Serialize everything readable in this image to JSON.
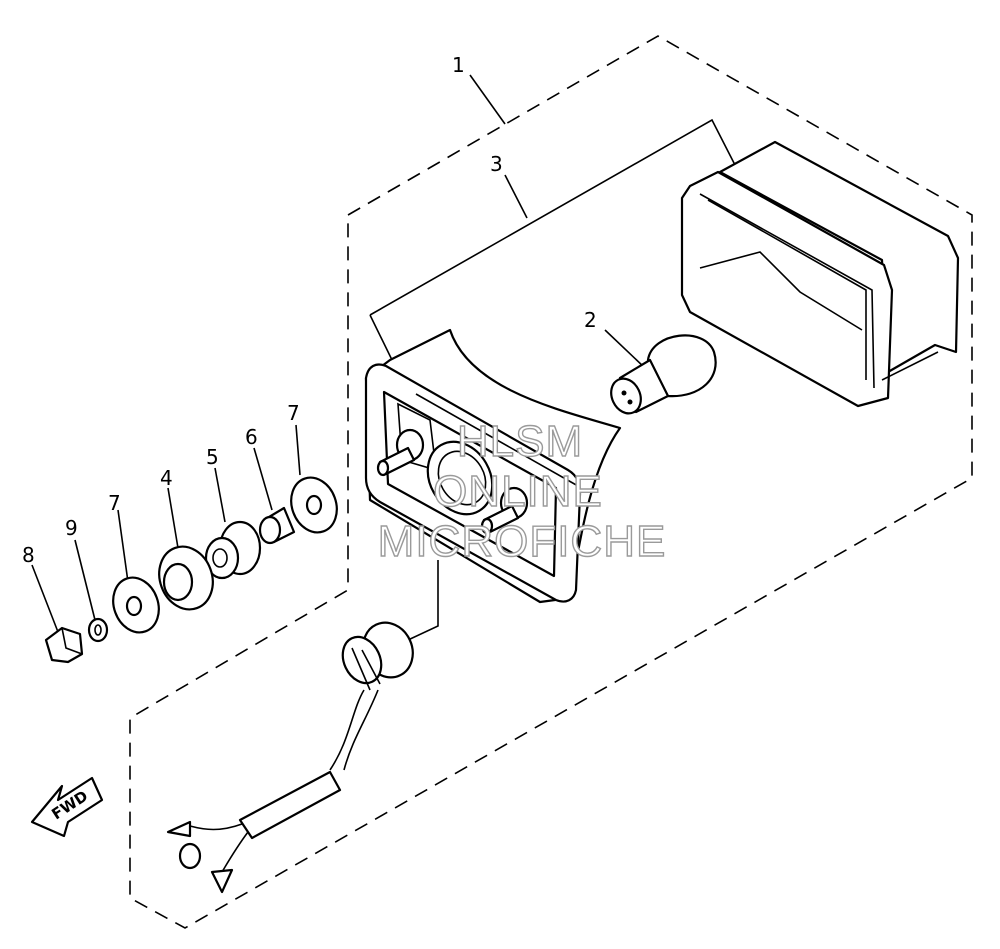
{
  "diagram": {
    "callouts": [
      {
        "id": "c1",
        "text": "1"
      },
      {
        "id": "c2",
        "text": "2"
      },
      {
        "id": "c3",
        "text": "3"
      },
      {
        "id": "c4",
        "text": "4"
      },
      {
        "id": "c5",
        "text": "5"
      },
      {
        "id": "c6",
        "text": "6"
      },
      {
        "id": "c7a",
        "text": "7"
      },
      {
        "id": "c7b",
        "text": "7"
      },
      {
        "id": "c8",
        "text": "8"
      },
      {
        "id": "c9",
        "text": "9"
      }
    ],
    "fwd_label": "FWD",
    "watermark": [
      "HLSM",
      "ONLINE",
      "MICROFICHE"
    ]
  }
}
